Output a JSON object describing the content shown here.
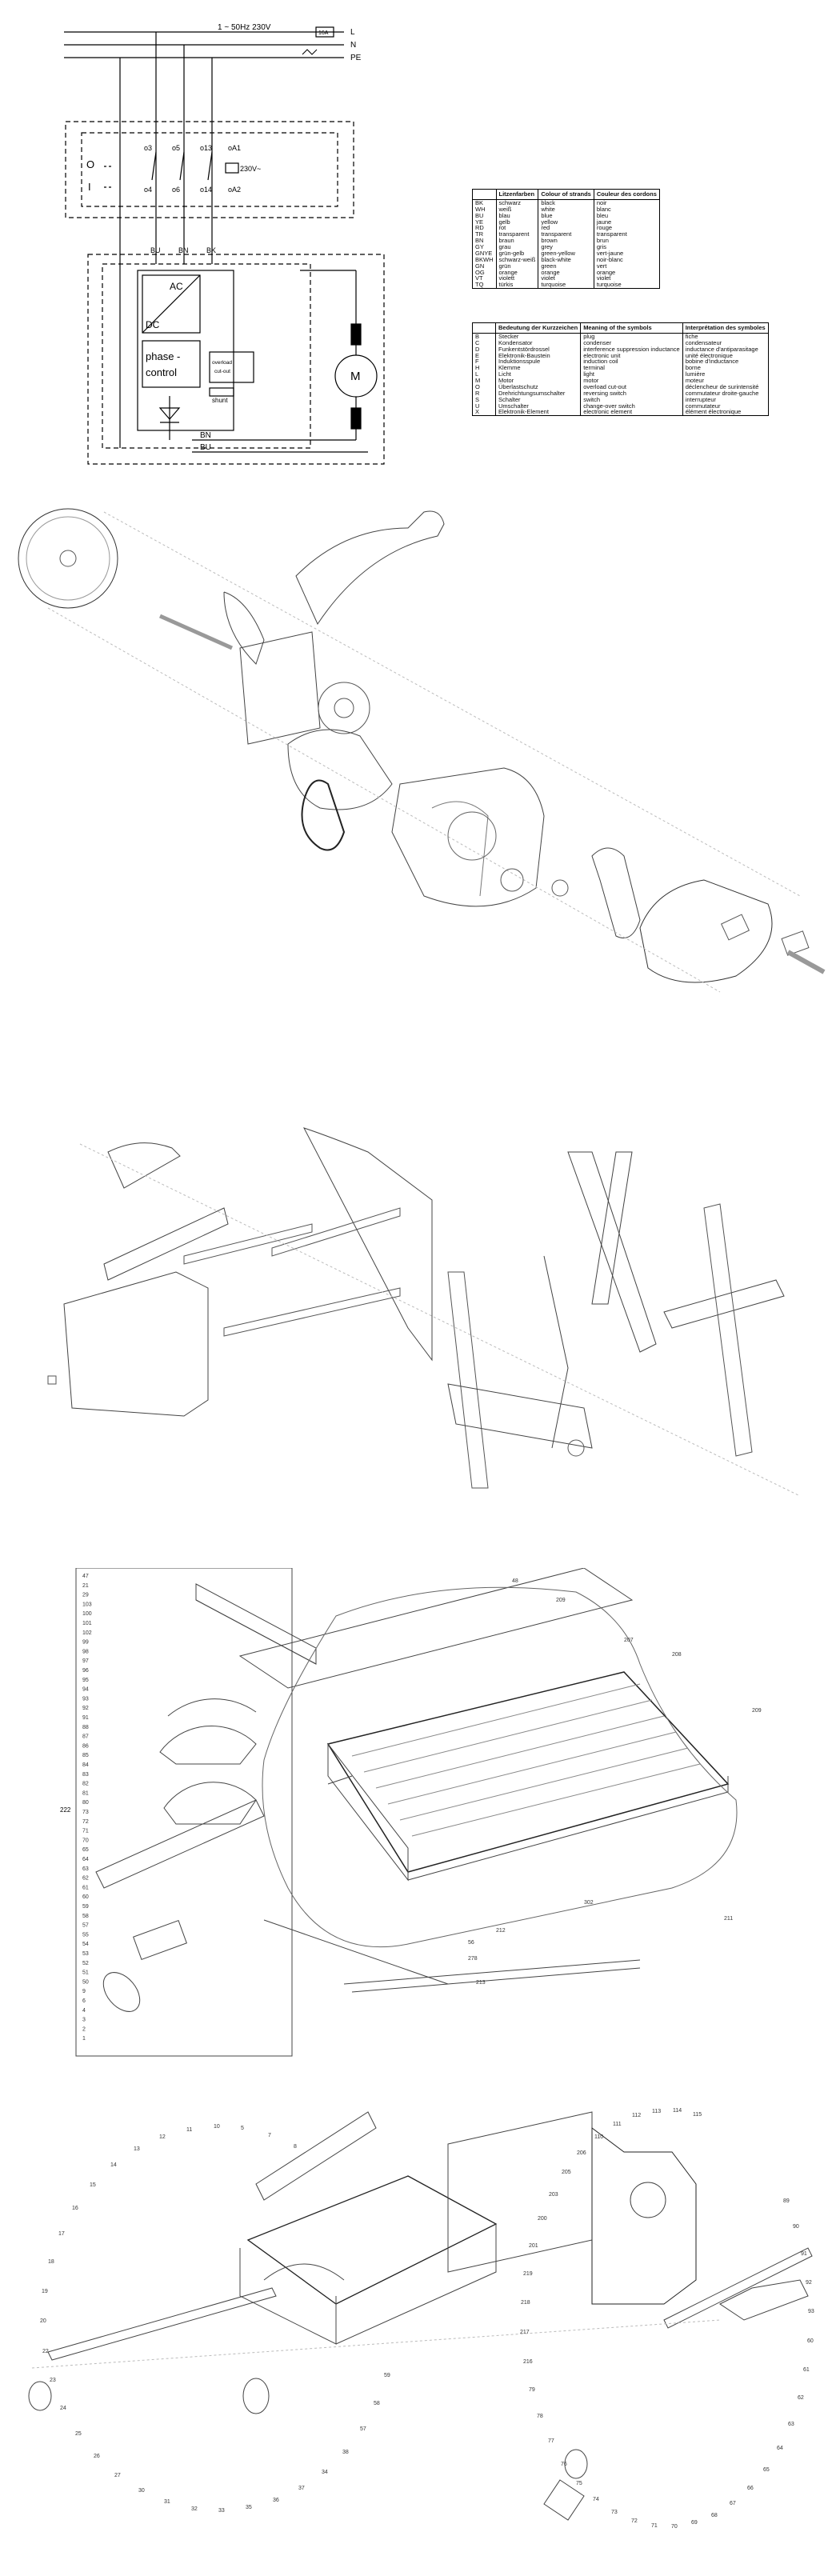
{
  "wiring": {
    "supply": "1 ~ 50Hz 230V",
    "fuse": "16A",
    "lines": [
      "L",
      "N",
      "PE"
    ],
    "switch_left": [
      "O",
      "I"
    ],
    "switch_terms_top": [
      "o3",
      "o5",
      "o13",
      "oA1"
    ],
    "switch_terms_bottom": [
      "o4",
      "o6",
      "o14",
      "oA2"
    ],
    "coil_label": "230V~",
    "wire_codes": [
      "BU",
      "BN",
      "BK"
    ],
    "block_ac": "AC",
    "block_dc": "DC",
    "phase_control": [
      "phase -",
      "control"
    ],
    "overload": [
      "overload",
      "cut-out"
    ],
    "shunt": "shunt",
    "motor": "M",
    "bottom_codes": [
      "BN",
      "BU"
    ]
  },
  "color_table": {
    "headers": [
      "",
      "Litzenfarben",
      "Colour of strands",
      "Couleur des cordons"
    ],
    "rows": [
      [
        "BK",
        "schwarz",
        "black",
        "noir"
      ],
      [
        "WH",
        "weiß",
        "white",
        "blanc"
      ],
      [
        "BU",
        "blau",
        "blue",
        "bleu"
      ],
      [
        "YE",
        "gelb",
        "yellow",
        "jaune"
      ],
      [
        "RD",
        "rot",
        "red",
        "rouge"
      ],
      [
        "TR",
        "transparent",
        "transparent",
        "transparent"
      ],
      [
        "BN",
        "braun",
        "brown",
        "brun"
      ],
      [
        "GY",
        "grau",
        "grey",
        "gris"
      ],
      [
        "GNYE",
        "grün-gelb",
        "green-yellow",
        "vert-jaune"
      ],
      [
        "BKWH",
        "schwarz-weiß",
        "black-white",
        "noir-blanc"
      ],
      [
        "GN",
        "grün",
        "green",
        "vert"
      ],
      [
        "OG",
        "orange",
        "orange",
        "orange"
      ],
      [
        "VT",
        "violett",
        "violet",
        "violet"
      ],
      [
        "TQ",
        "türkis",
        "turquoise",
        "turquoise"
      ]
    ]
  },
  "symbol_table": {
    "headers": [
      "",
      "Bedeutung der Kurzzeichen",
      "Meaning of the symbols",
      "Interprétation des symboles"
    ],
    "rows": [
      [
        "B",
        "Stecker",
        "plug",
        "fiche"
      ],
      [
        "C",
        "Kondensator",
        "condenser",
        "condensateur"
      ],
      [
        "D",
        "Funkentstördrossel",
        "interference suppression inductance",
        "inductance d'antiparasitage"
      ],
      [
        "E",
        "Elektronik-Baustein",
        "electronic unit",
        "unité électronique"
      ],
      [
        "F",
        "Induktionsspule",
        "induction coil",
        "bobine d'inductance"
      ],
      [
        "H",
        "Klemme",
        "terminal",
        "borne"
      ],
      [
        "L",
        "Licht",
        "light",
        "lumière"
      ],
      [
        "M",
        "Motor",
        "motor",
        "moteur"
      ],
      [
        "O",
        "Überlastschutz",
        "overload cut-out",
        "déclencheur de surintensité"
      ],
      [
        "R",
        "Drehrichtungsumschalter",
        "reversing switch",
        "commutateur droite-gauche"
      ],
      [
        "S",
        "Schalter",
        "switch",
        "interrupteur"
      ],
      [
        "U",
        "Umschalter",
        "change-over switch",
        "commutateur"
      ],
      [
        "X",
        "Elektronik-Element",
        "electronic element",
        "élément électronique"
      ]
    ]
  },
  "table_section": {
    "callouts": [
      "48",
      "209",
      "207",
      "208",
      "209",
      "211",
      "302",
      "212",
      "56",
      "278",
      "213",
      "47",
      "21",
      "29",
      "103",
      "100",
      "101",
      "102",
      "99",
      "98",
      "97",
      "96",
      "95",
      "94",
      "93",
      "92",
      "91",
      "88",
      "87",
      "86",
      "85",
      "84",
      "83",
      "82",
      "81",
      "80",
      "73",
      "72",
      "71",
      "70",
      "65",
      "64",
      "63",
      "62",
      "61",
      "60",
      "59",
      "58",
      "57",
      "55",
      "54",
      "53",
      "52",
      "51",
      "50",
      "9",
      "6",
      "4",
      "3",
      "2",
      "1"
    ],
    "side_label": "222"
  },
  "bottom_section": {
    "callouts": [
      "59",
      "58",
      "57",
      "38",
      "34",
      "37",
      "36",
      "35",
      "33",
      "32",
      "31",
      "30",
      "27",
      "26",
      "25",
      "24",
      "23",
      "22",
      "20",
      "19",
      "18",
      "17",
      "16",
      "15",
      "14",
      "13",
      "12",
      "11",
      "10",
      "5",
      "7",
      "8",
      "89",
      "90",
      "91",
      "92",
      "93",
      "60",
      "61",
      "62",
      "63",
      "64",
      "65",
      "66",
      "67",
      "68",
      "69",
      "70",
      "71",
      "72",
      "73",
      "74",
      "75",
      "76",
      "77",
      "78",
      "79",
      "216",
      "217",
      "218",
      "219",
      "201",
      "200",
      "203",
      "205",
      "206",
      "110",
      "111",
      "112",
      "113",
      "114",
      "115"
    ]
  }
}
